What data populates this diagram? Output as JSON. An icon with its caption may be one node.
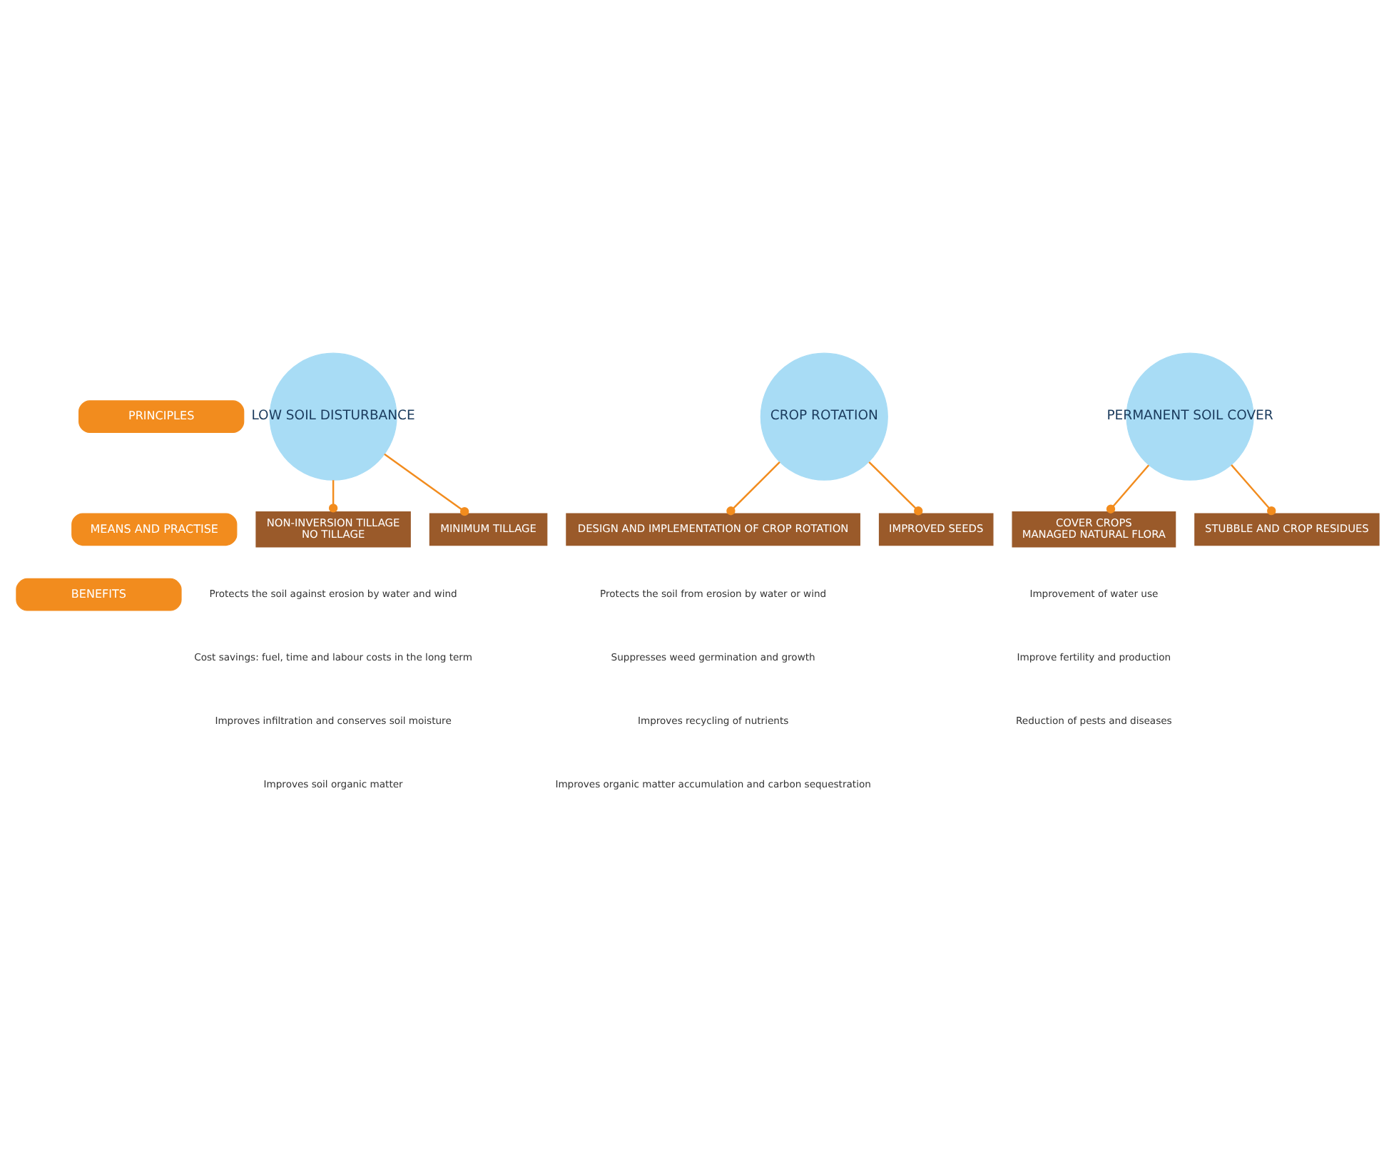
{
  "diagram": {
    "nodes": [
      {
        "text": [
          "PRINCIPLES"
        ]
      },
      {
        "text": [
          "MEANS AND PRACTISE"
        ]
      },
      {
        "text": [
          "BENEFITS"
        ]
      },
      {
        "text": [
          "LOW SOIL DISTURBANCE"
        ]
      },
      {
        "text": [
          "CROP ROTATION"
        ]
      },
      {
        "text": [
          "PERMANENT SOIL COVER"
        ]
      },
      {
        "text": [
          "NON-INVERSION TILLAGE",
          "NO TILLAGE"
        ]
      },
      {
        "text": [
          "MINIMUM TILLAGE"
        ]
      },
      {
        "text": [
          "DESIGN AND IMPLEMENTATION OF CROP ROTATION"
        ]
      },
      {
        "text": [
          "IMPROVED SEEDS"
        ]
      },
      {
        "text": [
          "COVER CROPS",
          "MANAGED NATURAL FLORA"
        ]
      },
      {
        "text": [
          "STUBBLE AND CROP RESIDUES"
        ]
      }
    ],
    "edges": [
      {
        "from": 3,
        "to": 6,
        "arrow": "other"
      },
      {
        "from": 3,
        "to": 7,
        "arrow": "other"
      },
      {
        "from": 4,
        "to": 8,
        "arrow": "other"
      },
      {
        "from": 4,
        "to": 9,
        "arrow": "other"
      },
      {
        "from": 5,
        "to": 10,
        "arrow": "other"
      },
      {
        "from": 5,
        "to": 11,
        "arrow": "other"
      }
    ],
    "labels": [
      "Protects the soil against erosion by water and wind",
      "Cost savings: fuel, time and labour costs in the long term",
      "Improves infiltration and conserves soil moisture",
      "Improves soil organic matter",
      "Protects the soil from erosion by water or wind",
      "Suppresses weed germination and growth",
      "Improves recycling of nutrients",
      "Improves organic matter accumulation and carbon sequestration",
      "Improvement of water use",
      "Improve fertility and production",
      "Reduction of pests and diseases"
    ]
  }
}
